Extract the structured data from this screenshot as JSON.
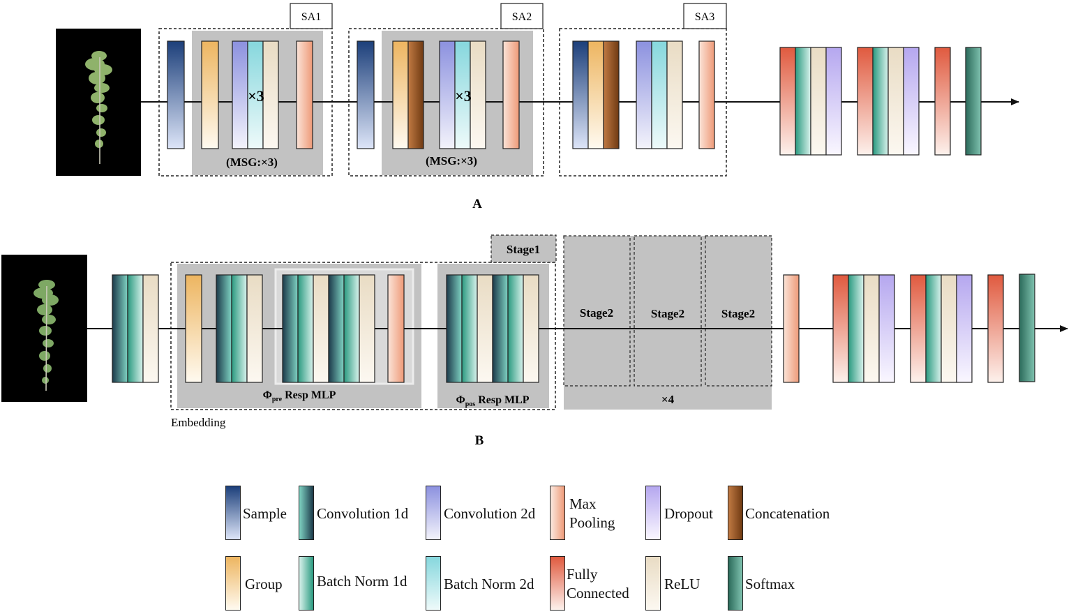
{
  "panel_a": {
    "label": "A",
    "sa_titles": [
      "SA1",
      "SA2",
      "SA3"
    ],
    "repeat_labels": [
      "×3",
      "×3"
    ],
    "msg_labels": [
      "(MSG:×3)",
      "(MSG:×3)"
    ]
  },
  "panel_b": {
    "label": "B",
    "stage1_label": "Stage1",
    "stage2_labels": [
      "Stage2",
      "Stage2",
      "Stage2"
    ],
    "repeat_label": "×4",
    "pre_label_symbol": "Φ",
    "pre_label_sub": "pre",
    "pre_label_text": " Resp MLP",
    "pos_label_symbol": "Φ",
    "pos_label_sub": "pos",
    "pos_label_text": " Resp MLP",
    "embedding_label": "Embedding"
  },
  "legend": {
    "items": [
      {
        "key": "sample",
        "label": "Sample",
        "top": "#1c3f7a",
        "bottom": "#dde5f8"
      },
      {
        "key": "conv1d",
        "label": "Convolution 1d",
        "top": "#1c3a4a",
        "bottom": "#7fd3c3"
      },
      {
        "key": "conv2d",
        "label": "Convolution 2d",
        "top": "#8c91df",
        "bottom": "#f3f3fb"
      },
      {
        "key": "maxpool",
        "label": "Max\nPooling",
        "top": "#f0a98a",
        "bottom": "#fbe9e0"
      },
      {
        "key": "dropout",
        "label": "Dropout",
        "top": "#b5a7ef",
        "bottom": "#faf7ff"
      },
      {
        "key": "concat",
        "label": "Concatenation",
        "top": "#b26a36",
        "bottom": "#7a3f14"
      },
      {
        "key": "group",
        "label": "Group",
        "top": "#edb560",
        "bottom": "#fff8ed"
      },
      {
        "key": "bn1d",
        "label": "Batch Norm 1d",
        "top": "#2a9a80",
        "bottom": "#d9f2ec"
      },
      {
        "key": "bn2d",
        "label": "Batch Norm 2d",
        "top": "#86d7dd",
        "bottom": "#eefafa"
      },
      {
        "key": "fc",
        "label": "Fully\nConnected",
        "top": "#e05a3f",
        "bottom": "#fbe9e4"
      },
      {
        "key": "relu",
        "label": "ReLU",
        "top": "#e9dcc4",
        "bottom": "#fbf7ef"
      },
      {
        "key": "softmax",
        "label": "Softmax",
        "top": "#2b6a5a",
        "bottom": "#7fc2af"
      }
    ]
  },
  "colors": {
    "arrow": "#111111",
    "box_border": "#222222",
    "gray_panel": "#c2c2c2",
    "inner_panel": "#d7d7d7",
    "tree_bg": "#000000",
    "tree_green": "#7aa85a"
  }
}
